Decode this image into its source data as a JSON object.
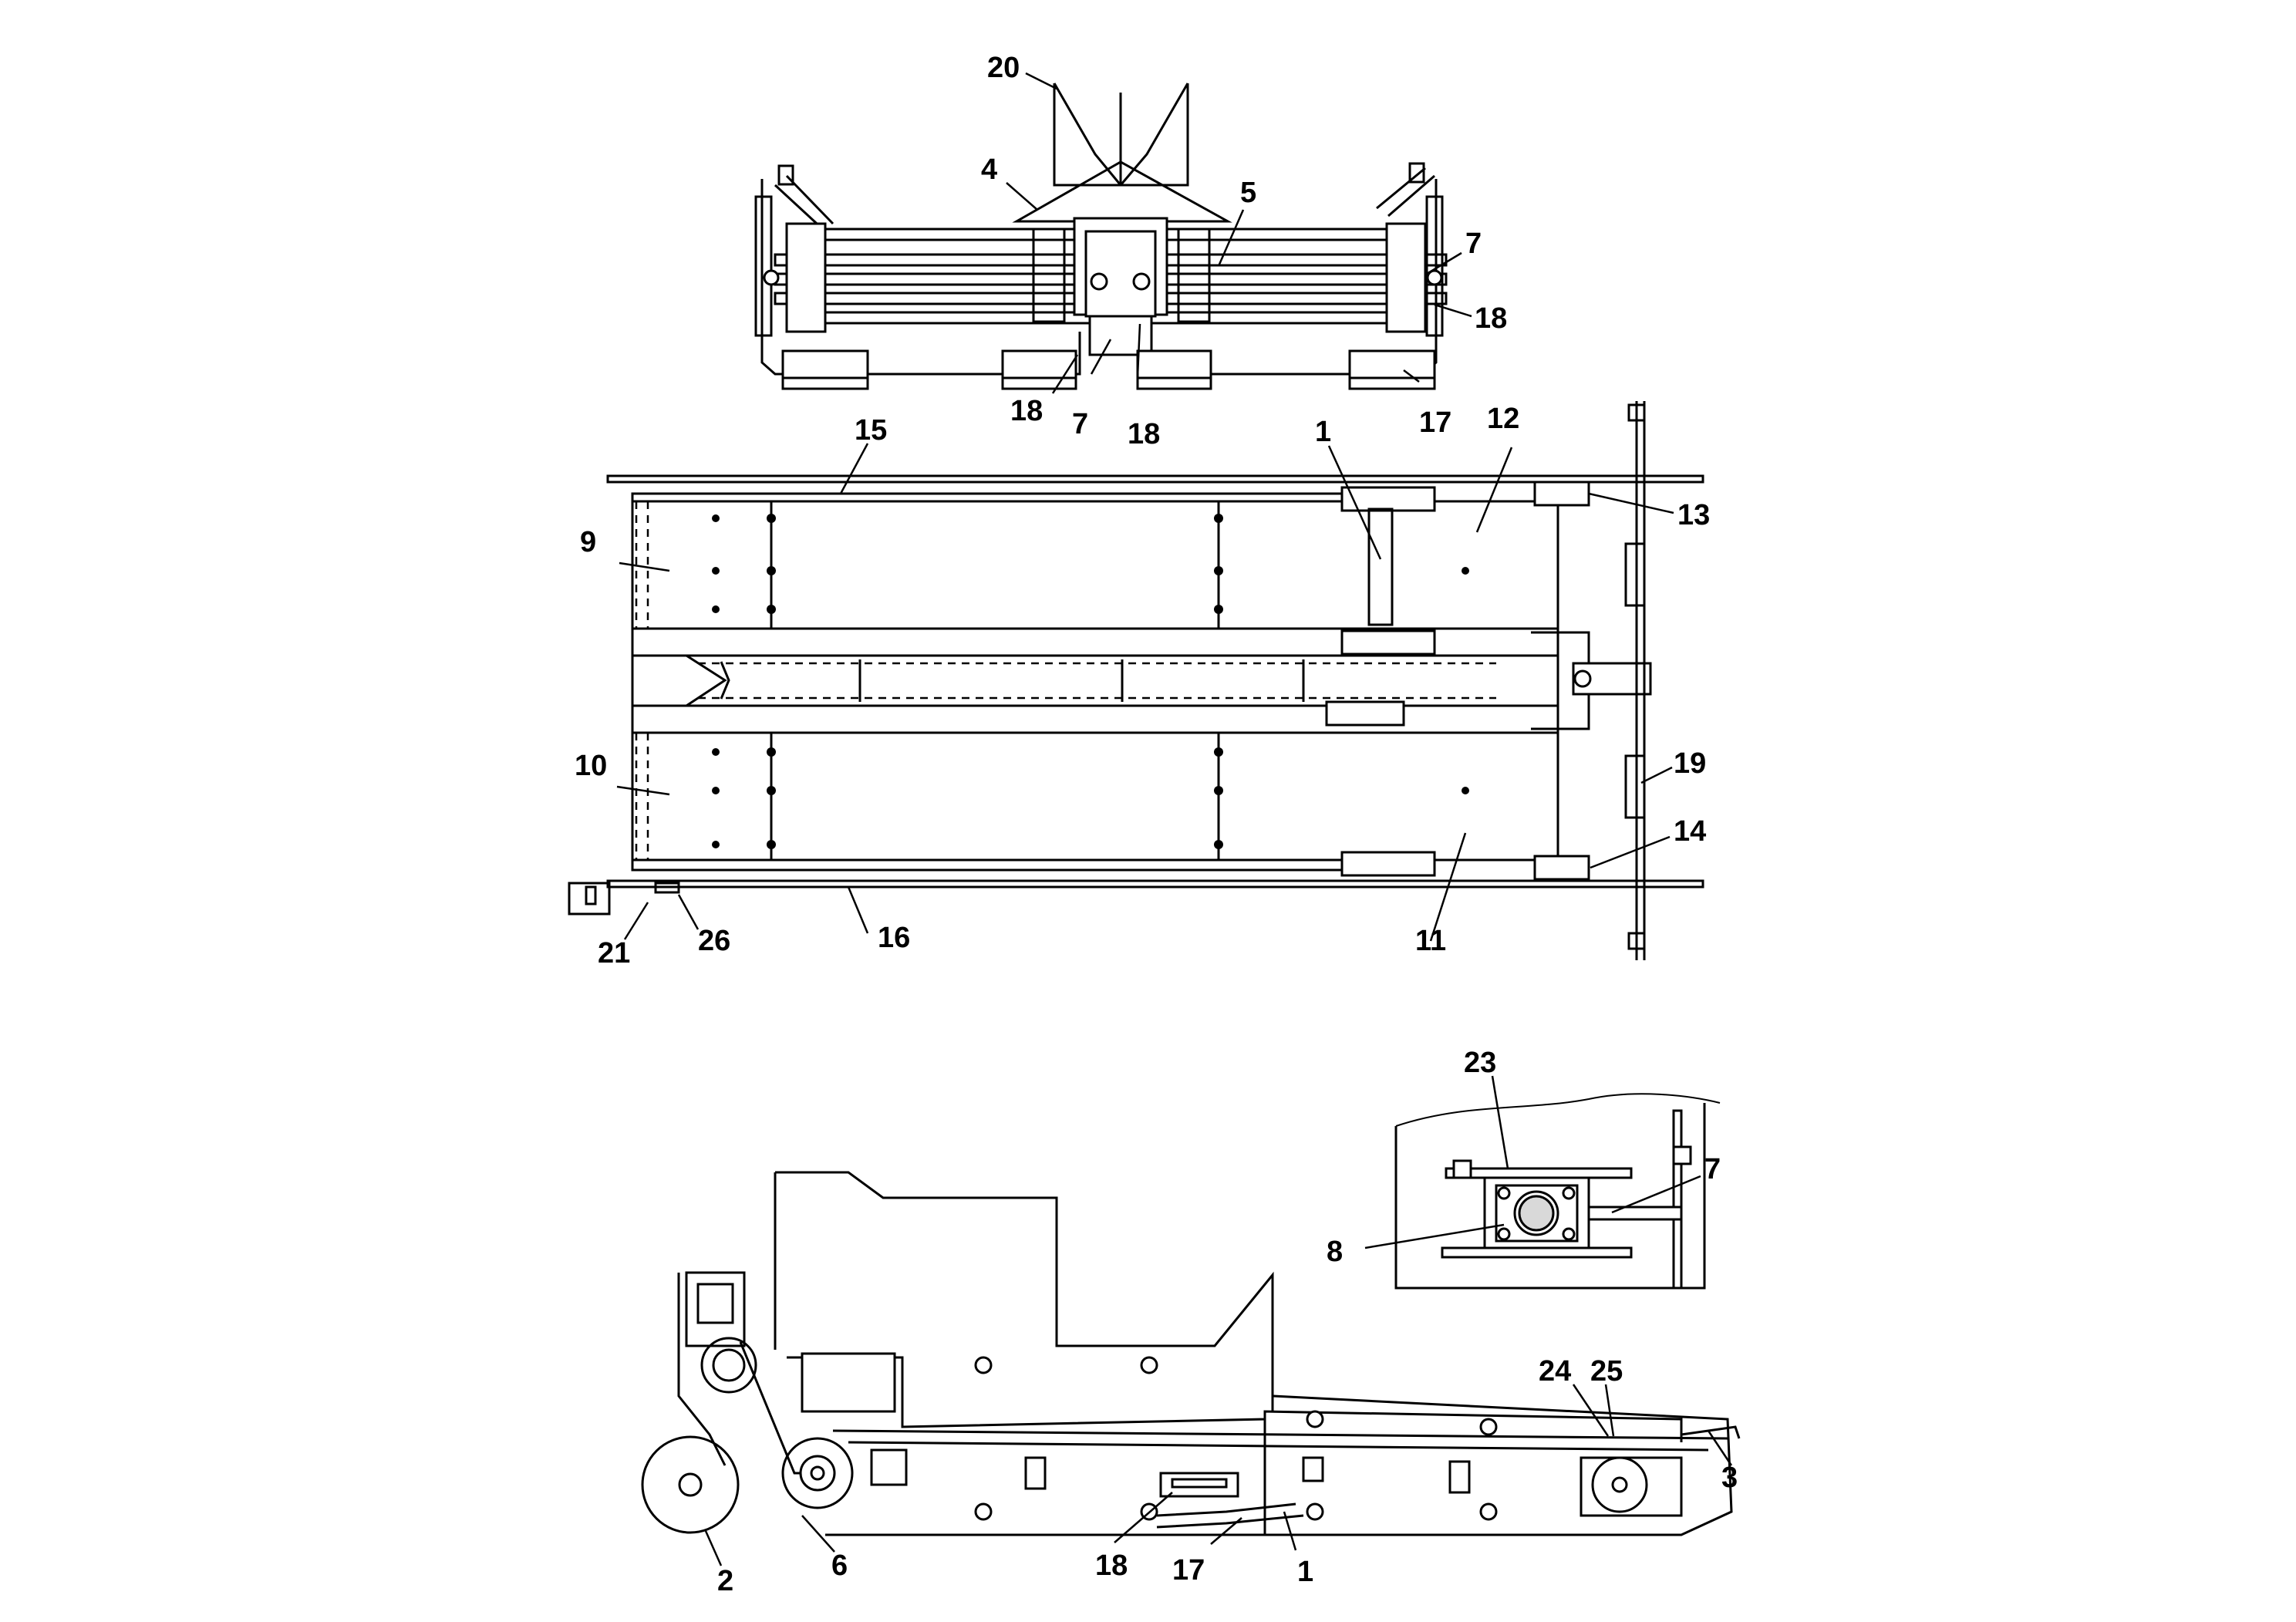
{
  "callouts": {
    "top_view": {
      "c20": "20",
      "c4": "4",
      "c5": "5",
      "c7_right": "7",
      "c18_right": "18",
      "c18_left": "18",
      "c7_bottom": "7",
      "c18_mid": "18",
      "c17": "17"
    },
    "plan_view": {
      "c15": "15",
      "c1": "1",
      "c12": "12",
      "c13": "13",
      "c9": "9",
      "c10": "10",
      "c19": "19",
      "c14": "14",
      "c21": "21",
      "c26": "26",
      "c16": "16",
      "c11": "11"
    },
    "detail_view": {
      "c23": "23",
      "c7": "7",
      "c8": "8"
    },
    "side_view": {
      "c24": "24",
      "c25": "25",
      "c3": "3",
      "c2": "2",
      "c6": "6",
      "c18": "18",
      "c17": "17",
      "c1": "1"
    }
  }
}
